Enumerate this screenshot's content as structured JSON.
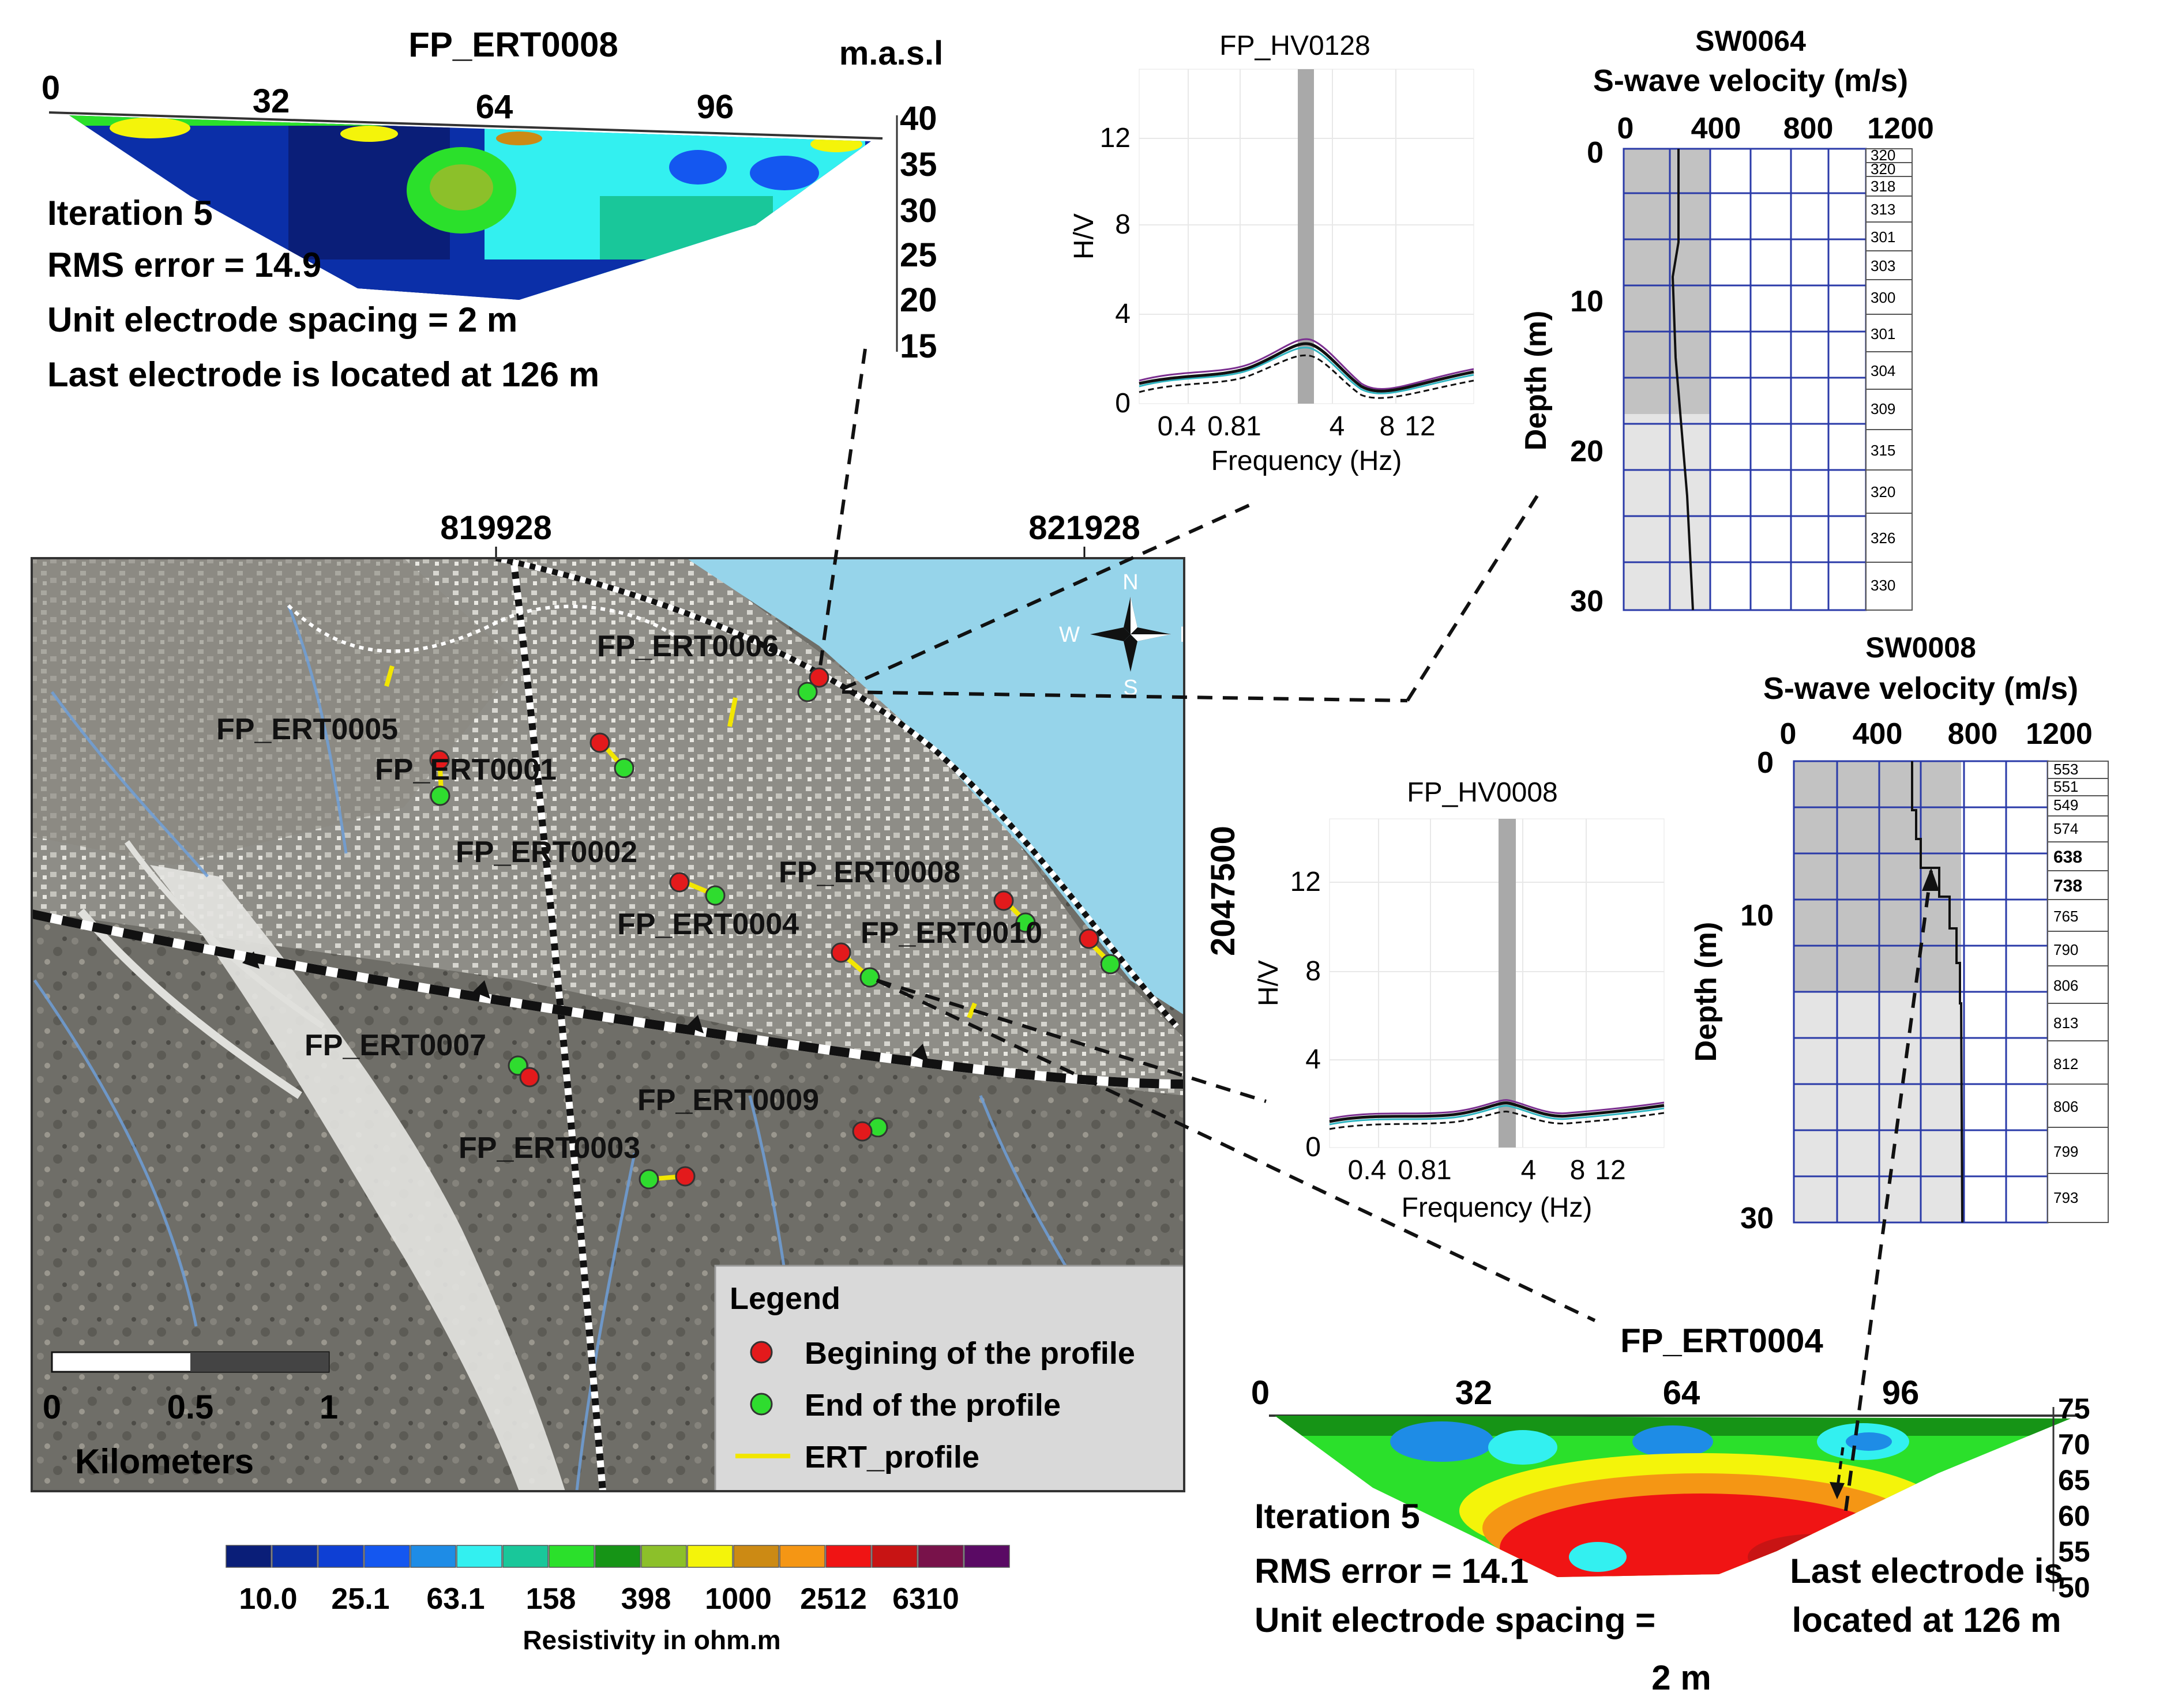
{
  "ert_top": {
    "title": "FP_ERT0008",
    "elev_unit": "m.a.s.l",
    "x_ticks": [
      "0",
      "32",
      "64",
      "96"
    ],
    "elev_ticks": [
      "40",
      "35",
      "30",
      "25",
      "20",
      "15"
    ],
    "notes": [
      "Iteration 5",
      "RMS error = 14.9",
      "Unit electrode spacing = 2 m",
      "Last electrode is located at 126 m"
    ]
  },
  "hv_top": {
    "title": "FP_HV0128",
    "ylabel": "H/V",
    "xlabel": "Frequency (Hz)",
    "y_ticks": [
      "0",
      "4",
      "8",
      "12"
    ],
    "x_ticks": [
      "0.4",
      "0.81",
      "4",
      "8",
      "12"
    ]
  },
  "sw_top": {
    "title": "SW0064",
    "subtitle": "S-wave velocity (m/s)",
    "x_ticks": [
      "0",
      "400",
      "800",
      "1200"
    ],
    "depth_label": "Depth (m)",
    "depth_ticks": [
      "0",
      "10",
      "20",
      "30"
    ],
    "layer_values": [
      "320",
      "320",
      "318",
      "313",
      "301",
      "303",
      "300",
      "301",
      "304",
      "309",
      "315",
      "320",
      "326",
      "330"
    ]
  },
  "sw_mid": {
    "title": "SW0008",
    "subtitle": "S-wave velocity (m/s)",
    "x_ticks": [
      "0",
      "400",
      "800",
      "1200"
    ],
    "depth_label": "Depth (m)",
    "depth_ticks": [
      "0",
      "10",
      "30"
    ],
    "layer_values": [
      "553",
      "551",
      "549",
      "574",
      "638",
      "738",
      "765",
      "790",
      "806",
      "813",
      "812",
      "806",
      "799",
      "793"
    ]
  },
  "hv_mid": {
    "title": "FP_HV0008",
    "ylabel": "H/V",
    "xlabel": "Frequency (Hz)",
    "y_ticks": [
      "0",
      "4",
      "8",
      "12"
    ],
    "x_ticks": [
      "0.4",
      "0.81",
      "4",
      "8",
      "12"
    ]
  },
  "map": {
    "coord_x": [
      "819928",
      "821928"
    ],
    "coord_y": "2047500",
    "compass": [
      "N",
      "S",
      "W",
      "E"
    ],
    "profiles": [
      "FP_ERT0006",
      "FP_ERT0005",
      "FP_ERT0001",
      "FP_ERT0002",
      "FP_ERT0008",
      "FP_ERT0004",
      "FP_ERT0010",
      "FP_ERT0007",
      "FP_ERT0009",
      "FP_ERT0003"
    ],
    "scale_ticks": [
      "0",
      "0.5",
      "1"
    ],
    "scale_unit": "Kilometers",
    "legend_title": "Legend",
    "legend_items": [
      "Begining of the profile",
      "End of the profile",
      "ERT_profile"
    ],
    "colors": {
      "begin": "#e31a1c",
      "end": "#2fdc2f",
      "profile": "#f2e600",
      "sea": "#96d4ea"
    }
  },
  "resistivity": {
    "tick_labels": [
      "10.0",
      "25.1",
      "63.1",
      "158",
      "398",
      "1000",
      "2512",
      "6310"
    ],
    "label": "Resistivity in ohm.m",
    "colors": [
      "#0a1e78",
      "#0b2fa8",
      "#0e3fd4",
      "#1457f0",
      "#1e8ce6",
      "#33f0f0",
      "#19c79a",
      "#2be02b",
      "#169416",
      "#8cc02a",
      "#f4f40a",
      "#cc8a14",
      "#f59614",
      "#f01414",
      "#c81414",
      "#78124a",
      "#5a0a64"
    ]
  },
  "ert_bottom": {
    "title": "FP_ERT0004",
    "x_ticks": [
      "0",
      "32",
      "64",
      "96"
    ],
    "elev_ticks": [
      "75",
      "70",
      "65",
      "60",
      "55",
      "50"
    ],
    "notes_left": [
      "Iteration 5",
      "RMS error = 14.1",
      "Unit electrode spacing =",
      "2 m"
    ],
    "notes_right": [
      "Last electrode is",
      "located at 126 m"
    ]
  }
}
